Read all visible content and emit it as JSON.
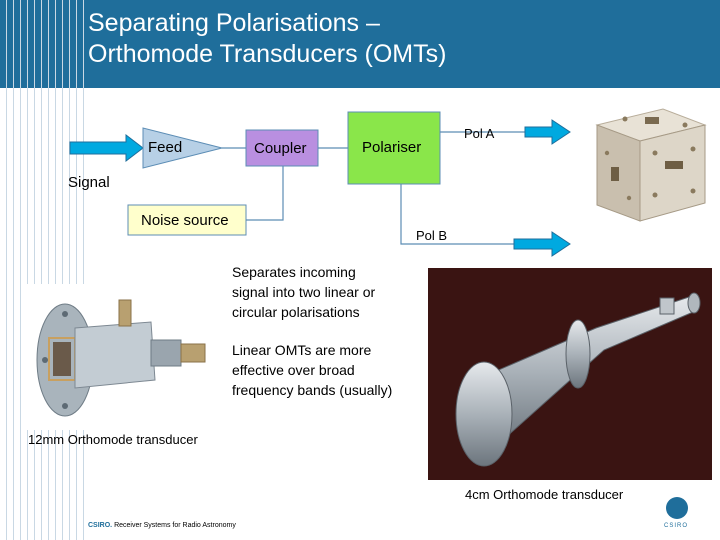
{
  "slide": {
    "title": "Separating Polarisations –\nOrthomode Transducers (OMTs)"
  },
  "diagram": {
    "feed_label": "Feed",
    "coupler_label": "Coupler",
    "polariser_label": "Polariser",
    "noise_source_label": "Noise source",
    "signal_label": "Signal",
    "pol_a_label": "Pol A",
    "pol_b_label": "Pol B",
    "colors": {
      "arrow": "#00a9e0",
      "feed": "#b7d0e6",
      "coupler": "#b98fe0",
      "polariser": "#8ae64a",
      "noise_source": "#ffffcc",
      "line": "#5c8db5"
    }
  },
  "text": {
    "para1": "Separates incoming\nsignal into two linear or\ncircular polarisations",
    "para2": "Linear OMTs are more\neffective over broad\nfrequency bands (usually)"
  },
  "photos": {
    "caption_12mm": "12mm Orthomode transducer",
    "caption_4cm": "4cm Orthomode transducer"
  },
  "footer": {
    "brand": "CSIRO.",
    "text": " Receiver Systems for Radio Astronomy",
    "logo_text": "CSIRO"
  }
}
